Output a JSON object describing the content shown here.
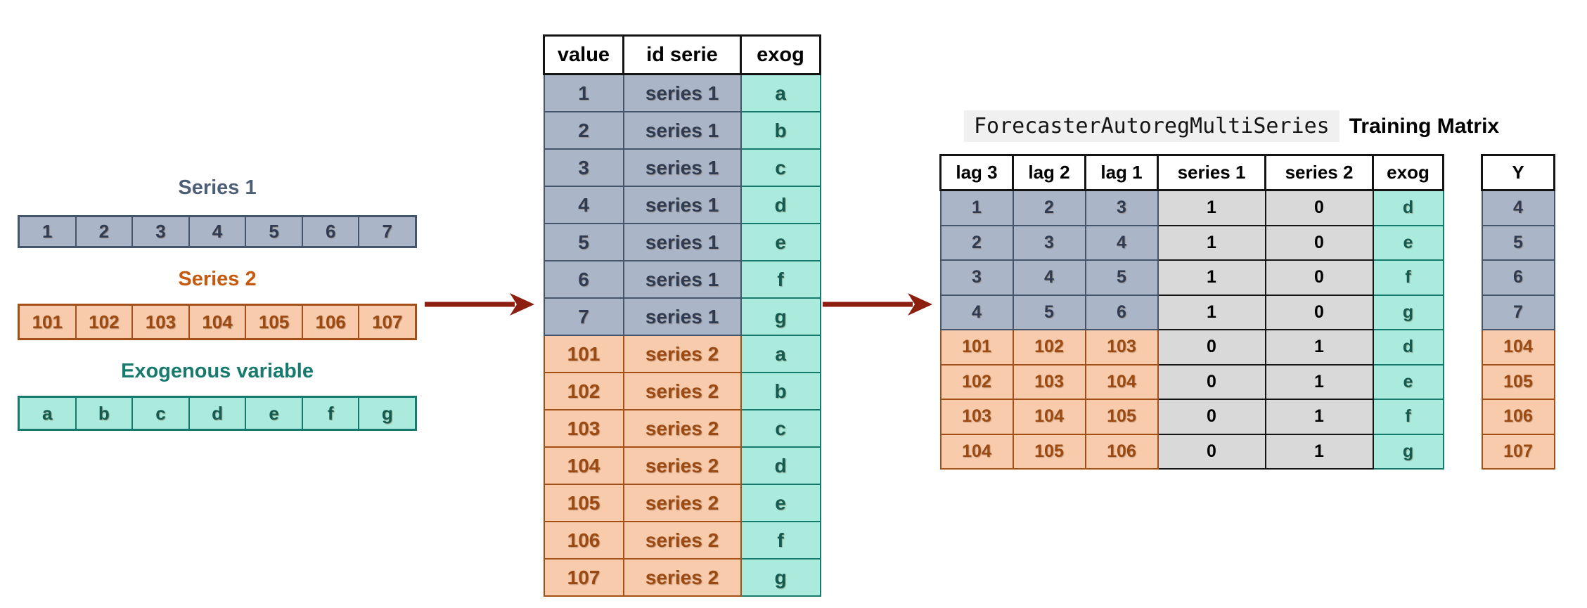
{
  "left_panel": {
    "groups": [
      {
        "id": "series1",
        "title": "Series 1",
        "tone": "blue",
        "cells": [
          "1",
          "2",
          "3",
          "4",
          "5",
          "6",
          "7"
        ]
      },
      {
        "id": "series2",
        "title": "Series 2",
        "tone": "orange",
        "cells": [
          "101",
          "102",
          "103",
          "104",
          "105",
          "106",
          "107"
        ]
      },
      {
        "id": "exog",
        "title": "Exogenous variable",
        "tone": "teal",
        "cells": [
          "a",
          "b",
          "c",
          "d",
          "e",
          "f",
          "g"
        ]
      }
    ]
  },
  "stacked_table": {
    "headers": [
      "value",
      "id serie",
      "exog"
    ],
    "rows": [
      {
        "tone": "blue",
        "value": "1",
        "id_serie": "series 1",
        "exog": "a"
      },
      {
        "tone": "blue",
        "value": "2",
        "id_serie": "series 1",
        "exog": "b"
      },
      {
        "tone": "blue",
        "value": "3",
        "id_serie": "series 1",
        "exog": "c"
      },
      {
        "tone": "blue",
        "value": "4",
        "id_serie": "series 1",
        "exog": "d"
      },
      {
        "tone": "blue",
        "value": "5",
        "id_serie": "series 1",
        "exog": "e"
      },
      {
        "tone": "blue",
        "value": "6",
        "id_serie": "series 1",
        "exog": "f"
      },
      {
        "tone": "blue",
        "value": "7",
        "id_serie": "series 1",
        "exog": "g"
      },
      {
        "tone": "orange",
        "value": "101",
        "id_serie": "series 2",
        "exog": "a"
      },
      {
        "tone": "orange",
        "value": "102",
        "id_serie": "series 2",
        "exog": "b"
      },
      {
        "tone": "orange",
        "value": "103",
        "id_serie": "series 2",
        "exog": "c"
      },
      {
        "tone": "orange",
        "value": "104",
        "id_serie": "series 2",
        "exog": "d"
      },
      {
        "tone": "orange",
        "value": "105",
        "id_serie": "series 2",
        "exog": "e"
      },
      {
        "tone": "orange",
        "value": "106",
        "id_serie": "series 2",
        "exog": "f"
      },
      {
        "tone": "orange",
        "value": "107",
        "id_serie": "series 2",
        "exog": "g"
      }
    ]
  },
  "heading": {
    "code": "ForecasterAutoregMultiSeries",
    "label": "Training Matrix"
  },
  "training_matrix": {
    "headers": [
      "lag 3",
      "lag 2",
      "lag 1",
      "series 1",
      "series 2",
      "exog"
    ],
    "rows": [
      {
        "tone": "blue",
        "cells": [
          "1",
          "2",
          "3"
        ],
        "onehot": [
          "1",
          "0"
        ],
        "exog": "d"
      },
      {
        "tone": "blue",
        "cells": [
          "2",
          "3",
          "4"
        ],
        "onehot": [
          "1",
          "0"
        ],
        "exog": "e"
      },
      {
        "tone": "blue",
        "cells": [
          "3",
          "4",
          "5"
        ],
        "onehot": [
          "1",
          "0"
        ],
        "exog": "f"
      },
      {
        "tone": "blue",
        "cells": [
          "4",
          "5",
          "6"
        ],
        "onehot": [
          "1",
          "0"
        ],
        "exog": "g"
      },
      {
        "tone": "orange",
        "cells": [
          "101",
          "102",
          "103"
        ],
        "onehot": [
          "0",
          "1"
        ],
        "exog": "d"
      },
      {
        "tone": "orange",
        "cells": [
          "102",
          "103",
          "104"
        ],
        "onehot": [
          "0",
          "1"
        ],
        "exog": "e"
      },
      {
        "tone": "orange",
        "cells": [
          "103",
          "104",
          "105"
        ],
        "onehot": [
          "0",
          "1"
        ],
        "exog": "f"
      },
      {
        "tone": "orange",
        "cells": [
          "104",
          "105",
          "106"
        ],
        "onehot": [
          "0",
          "1"
        ],
        "exog": "g"
      }
    ]
  },
  "y_column": {
    "header": "Y",
    "cells": [
      {
        "tone": "blue",
        "value": "4"
      },
      {
        "tone": "blue",
        "value": "5"
      },
      {
        "tone": "blue",
        "value": "6"
      },
      {
        "tone": "blue",
        "value": "7"
      },
      {
        "tone": "orange",
        "value": "104"
      },
      {
        "tone": "orange",
        "value": "105"
      },
      {
        "tone": "orange",
        "value": "106"
      },
      {
        "tone": "orange",
        "value": "107"
      }
    ]
  },
  "icons": {
    "flow_arrow_left": "right-arrow",
    "flow_arrow_right": "right-arrow"
  },
  "colors": {
    "series1_fill": "#aab6c8",
    "series1_border": "#44546a",
    "series1_text": "#2e3b52",
    "series1_title": "#4d5e77",
    "series2_fill": "#f8cbad",
    "series2_border": "#a34f15",
    "series2_text": "#9a4a12",
    "series2_title": "#c5590e",
    "exog_fill": "#abebde",
    "exog_border": "#157a6c",
    "exog_text": "#145a51",
    "exog_title": "#187a6d",
    "onehot_fill": "#d9d9d9",
    "table_border": "#141414",
    "arrow": "#8d1f10",
    "code_chip_bg": "#f0f0f0"
  }
}
